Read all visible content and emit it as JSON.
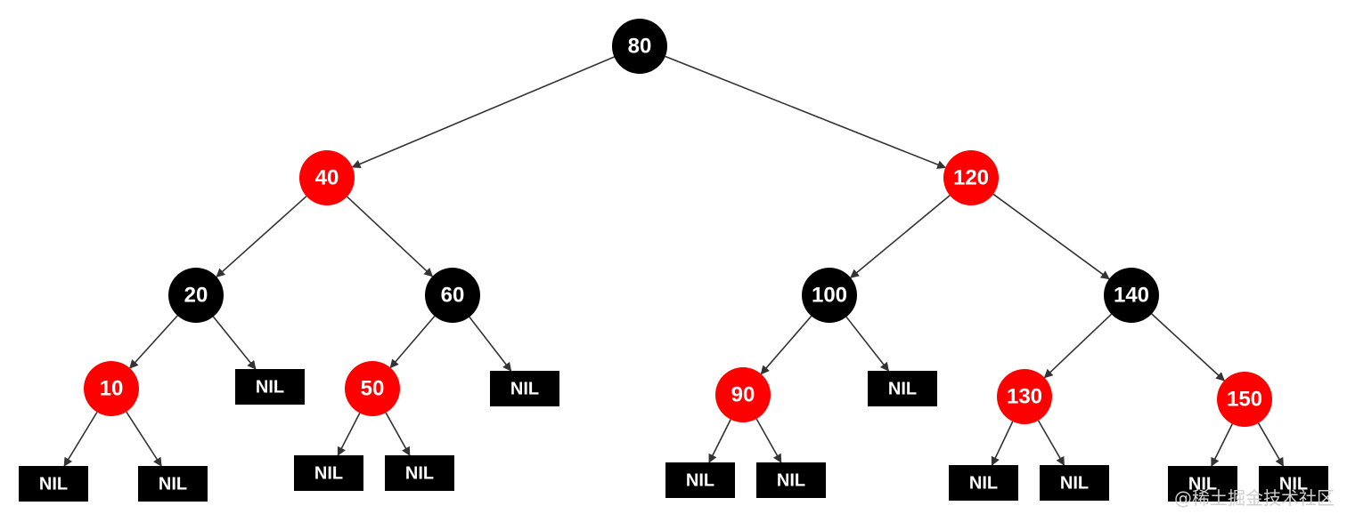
{
  "colors": {
    "red": "#ff0000",
    "black": "#000000",
    "edge": "#333333"
  },
  "nil_label": "NIL",
  "watermark": "@稀土掘金技术社区",
  "nodes": [
    {
      "id": "n80",
      "label": "80",
      "color": "black"
    },
    {
      "id": "n40",
      "label": "40",
      "color": "red"
    },
    {
      "id": "n120",
      "label": "120",
      "color": "red"
    },
    {
      "id": "n20",
      "label": "20",
      "color": "black"
    },
    {
      "id": "n60",
      "label": "60",
      "color": "black"
    },
    {
      "id": "n100",
      "label": "100",
      "color": "black"
    },
    {
      "id": "n140",
      "label": "140",
      "color": "black"
    },
    {
      "id": "n10",
      "label": "10",
      "color": "red"
    },
    {
      "id": "n50",
      "label": "50",
      "color": "red"
    },
    {
      "id": "n90",
      "label": "90",
      "color": "red"
    },
    {
      "id": "n130",
      "label": "130",
      "color": "red"
    },
    {
      "id": "n150",
      "label": "150",
      "color": "red"
    }
  ],
  "nils": [
    "nil1",
    "nil2",
    "nil3",
    "nil4",
    "nil5",
    "nil6",
    "nil7",
    "nil8",
    "nil9",
    "nil10",
    "nil11",
    "nil12",
    "nil13"
  ],
  "edges": [
    [
      "n80",
      "n40"
    ],
    [
      "n80",
      "n120"
    ],
    [
      "n40",
      "n20"
    ],
    [
      "n40",
      "n60"
    ],
    [
      "n120",
      "n100"
    ],
    [
      "n120",
      "n140"
    ],
    [
      "n20",
      "n10"
    ],
    [
      "n20",
      "nil1"
    ],
    [
      "n60",
      "n50"
    ],
    [
      "n60",
      "nil2"
    ],
    [
      "n100",
      "n90"
    ],
    [
      "n100",
      "nil3"
    ],
    [
      "n140",
      "n130"
    ],
    [
      "n140",
      "n150"
    ],
    [
      "n10",
      "nil4"
    ],
    [
      "n10",
      "nil5"
    ],
    [
      "n50",
      "nil6"
    ],
    [
      "n50",
      "nil7"
    ],
    [
      "n90",
      "nil8"
    ],
    [
      "n90",
      "nil9"
    ],
    [
      "n130",
      "nil10"
    ],
    [
      "n130",
      "nil11"
    ],
    [
      "n150",
      "nil12"
    ],
    [
      "n150",
      "nil13"
    ]
  ]
}
